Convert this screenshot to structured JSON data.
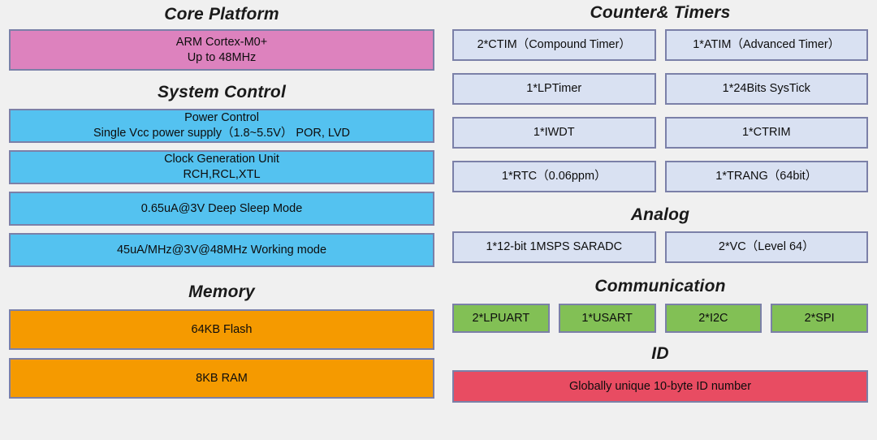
{
  "left": {
    "core_platform": {
      "title": "Core Platform",
      "box": {
        "line1": "ARM Cortex-M0+",
        "line2": "Up to 48MHz"
      }
    },
    "system_control": {
      "title": "System Control",
      "boxes": [
        {
          "line1": "Power Control",
          "line2": "Single Vcc power supply（1.8~5.5V） POR, LVD"
        },
        {
          "line1": "Clock Generation Unit",
          "line2": "RCH,RCL,XTL"
        },
        {
          "line1": "0.65uA@3V Deep Sleep Mode",
          "line2": ""
        },
        {
          "line1": "45uA/MHz@3V@48MHz Working mode",
          "line2": ""
        }
      ]
    },
    "memory": {
      "title": "Memory",
      "boxes": [
        {
          "line1": "64KB Flash"
        },
        {
          "line1": "8KB RAM"
        }
      ]
    }
  },
  "right": {
    "counter_timers": {
      "title": "Counter& Timers",
      "boxes": [
        {
          "label": "2*CTIM（Compound Timer）"
        },
        {
          "label": "1*ATIM（Advanced Timer）"
        },
        {
          "label": "1*LPTimer"
        },
        {
          "label": "1*24Bits SysTick"
        },
        {
          "label": "1*IWDT"
        },
        {
          "label": "1*CTRIM"
        },
        {
          "label": "1*RTC（0.06ppm）"
        },
        {
          "label": "1*TRANG（64bit）"
        }
      ]
    },
    "analog": {
      "title": "Analog",
      "boxes": [
        {
          "label": "1*12-bit  1MSPS SARADC"
        },
        {
          "label": "2*VC（Level 64）"
        }
      ]
    },
    "communication": {
      "title": "Communication",
      "boxes": [
        {
          "label": "2*LPUART"
        },
        {
          "label": "1*USART"
        },
        {
          "label": "2*I2C"
        },
        {
          "label": "2*SPI"
        }
      ]
    },
    "id": {
      "title": "ID",
      "box": {
        "label": "Globally unique 10-byte ID number"
      }
    }
  },
  "colors": {
    "background": "#f0f0f0",
    "border": "#7b80a8",
    "core": "#dd82be",
    "system": "#54c2f0",
    "memory": "#f59a00",
    "timers": "#d9e1f2",
    "communication": "#82c055",
    "id": "#e84c62"
  }
}
